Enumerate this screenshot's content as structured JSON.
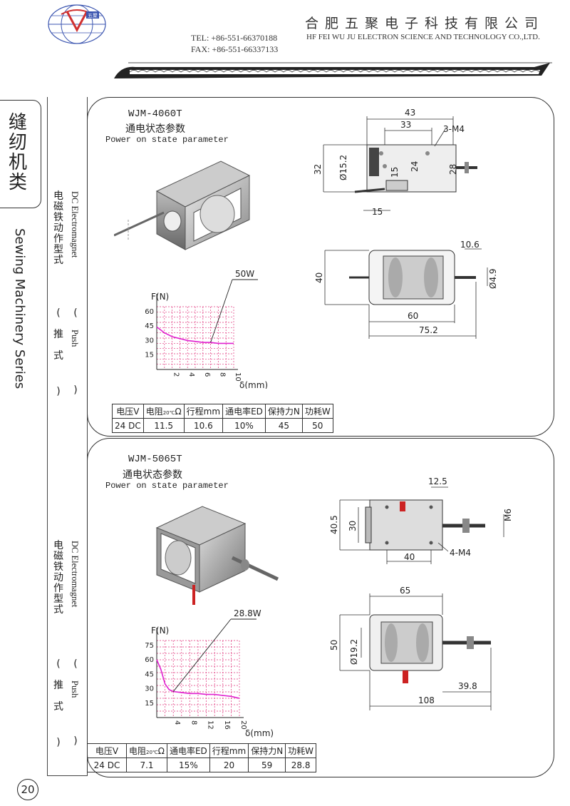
{
  "header": {
    "company_cn": "合肥五聚电子科技有限公司",
    "company_en": "HF FEI WU JU ELECTRON SCIENCE AND TECHNOLOGY CO.,LTD.",
    "tel": "TEL: +86-551-66370188",
    "fax": "FAX: +86-551-66337133",
    "logo_text": "五聚"
  },
  "side": {
    "category_cn": "缝纫机类",
    "category_en": "Sewing Machinery Series"
  },
  "page_number": "20",
  "products": [
    {
      "model": "WJM-4060T",
      "state_cn": "通电状态参数",
      "state_en": "Power on state parameter",
      "label_cn": "电磁铁动作型式",
      "label_en": "DC Electromagnet",
      "push_cn": [
        "(",
        "推",
        "式",
        ")"
      ],
      "push_en": "Push",
      "chart_data": {
        "type": "line",
        "ylabel": "F(N)",
        "xlabel": "δ(mm)",
        "annotation": "50W",
        "yticks": [
          15,
          30,
          45,
          60
        ],
        "xticks": [
          2,
          4,
          6,
          8,
          10
        ],
        "xlim": [
          0,
          10
        ],
        "ylim": [
          0,
          65
        ],
        "x": [
          0,
          1,
          2,
          3,
          4,
          5,
          6,
          7,
          8,
          9,
          10
        ],
        "y": [
          44,
          38,
          34,
          32,
          30,
          29,
          28,
          28,
          27,
          27,
          27
        ]
      },
      "table": {
        "headers": [
          "电压V",
          "电阻",
          "20℃",
          "Ω",
          "行程mm",
          "通电率ED",
          "保持力N",
          "功耗W"
        ],
        "values": [
          "24 DC",
          "11.5",
          "10.6",
          "10%",
          "45",
          "50"
        ]
      },
      "dims": {
        "side": [
          "43",
          "33",
          "3-M4",
          "32",
          "15.2",
          "15",
          "24",
          "28",
          "15"
        ],
        "top": [
          "10.6",
          "4.9",
          "40",
          "60",
          "75.2"
        ]
      }
    },
    {
      "model": "WJM-5065T",
      "state_cn": "通电状态参数",
      "state_en": "Power on state parameter",
      "label_cn": "电磁铁动作型式",
      "label_en": "DC Electromagnet",
      "push_cn": [
        "(",
        "推",
        "式",
        ")"
      ],
      "push_en": "Push",
      "chart_data": {
        "type": "line",
        "ylabel": "F(N)",
        "xlabel": "δ(mm)",
        "annotation": "28.8W",
        "yticks": [
          15,
          30,
          45,
          60,
          75
        ],
        "xticks": [
          4,
          8,
          12,
          16,
          20
        ],
        "xlim": [
          0,
          20
        ],
        "ylim": [
          0,
          80
        ],
        "x": [
          0,
          1,
          2,
          3,
          4,
          6,
          8,
          10,
          12,
          14,
          16,
          18,
          20
        ],
        "y": [
          60,
          50,
          35,
          29,
          27,
          26,
          25,
          25,
          24,
          24,
          23,
          22,
          20
        ]
      },
      "table": {
        "headers": [
          "电压V",
          "电阻",
          "20℃",
          "Ω",
          "通电率ED",
          "行程mm",
          "保持力N",
          "功耗W"
        ],
        "values": [
          "24 DC",
          "7.1",
          "15%",
          "20",
          "59",
          "28.8"
        ]
      },
      "dims": {
        "side": [
          "12.5",
          "M6",
          "40.5",
          "30",
          "40",
          "4-M4"
        ],
        "top": [
          "65",
          "50",
          "19.2",
          "39.8",
          "108"
        ]
      }
    }
  ],
  "colors": {
    "curve": "#e020d0",
    "grid": "#e0307a",
    "line": "#333333"
  }
}
